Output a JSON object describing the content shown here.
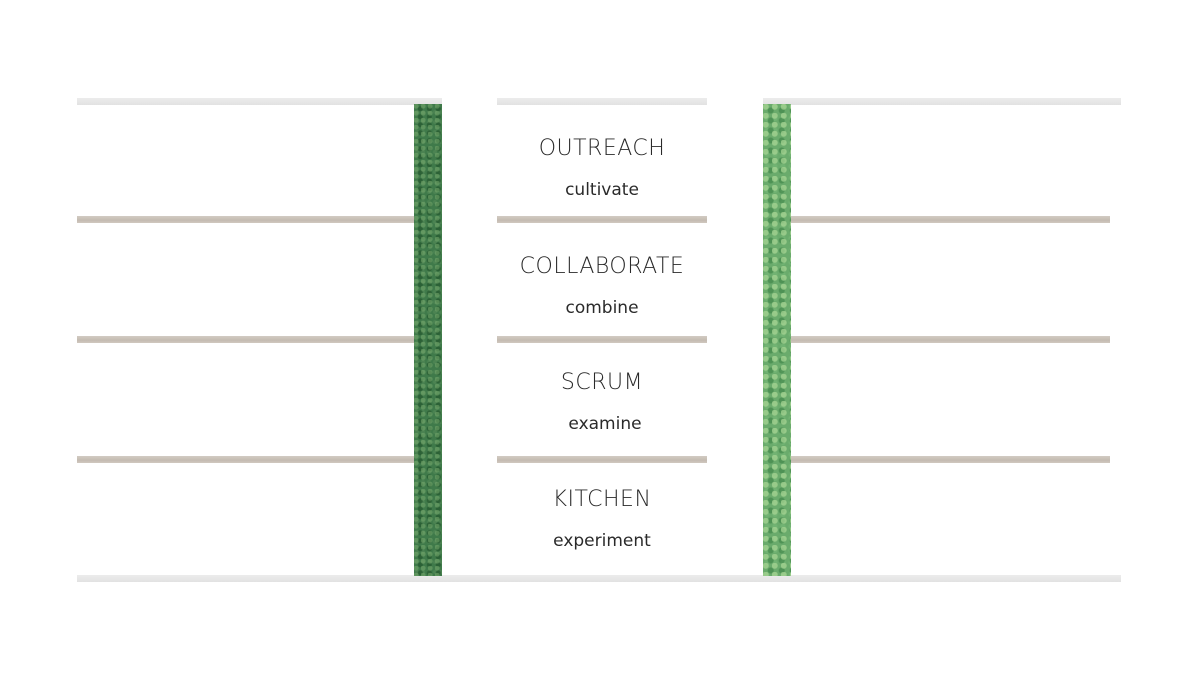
{
  "floors": [
    {
      "name": "OUTREACH",
      "action": "cultivate"
    },
    {
      "name": "COLLABORATE",
      "action": "combine"
    },
    {
      "name": "SCRUM",
      "action": "examine"
    },
    {
      "name": "KITCHEN",
      "action": "experiment"
    }
  ],
  "colors": {
    "roof_slab": "#e6e6e6",
    "floor_slab": "#c8bfb5",
    "green_wall_dark": "#3f7a4a",
    "green_wall_light": "#6aab6c",
    "text": "#2a2a2a"
  }
}
